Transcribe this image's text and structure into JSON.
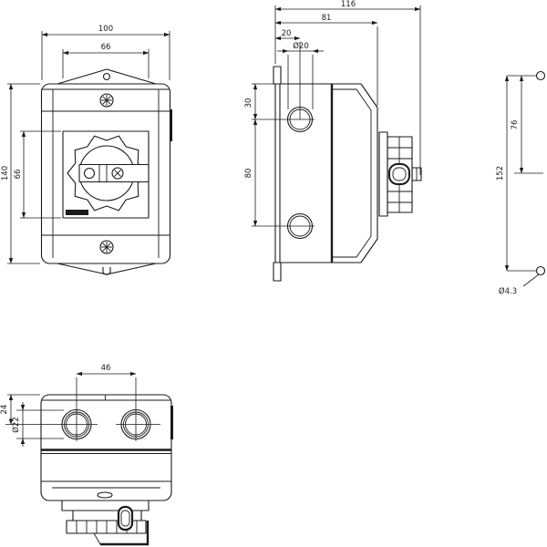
{
  "title": "switch-enclosure-dimension-drawing",
  "colors": {
    "background": "#ffffff",
    "line": "#1a1a1a"
  },
  "front_view": {
    "width": "100",
    "inner_width": "66",
    "height": "140",
    "inner_height": "66"
  },
  "side_view": {
    "total_depth": "116",
    "body_depth": "81",
    "entry_offset": "20",
    "entry_diameter": "Ø20",
    "top_to_hole": "30",
    "hole_spacing": "80"
  },
  "mounting_holes": {
    "vertical_spacing": "152",
    "half_spacing": "76",
    "hole_diameter": "Ø4.3"
  },
  "bottom_view": {
    "hole_spacing": "46",
    "edge_to_hole": "24",
    "hole_diameter": "Ø22"
  }
}
